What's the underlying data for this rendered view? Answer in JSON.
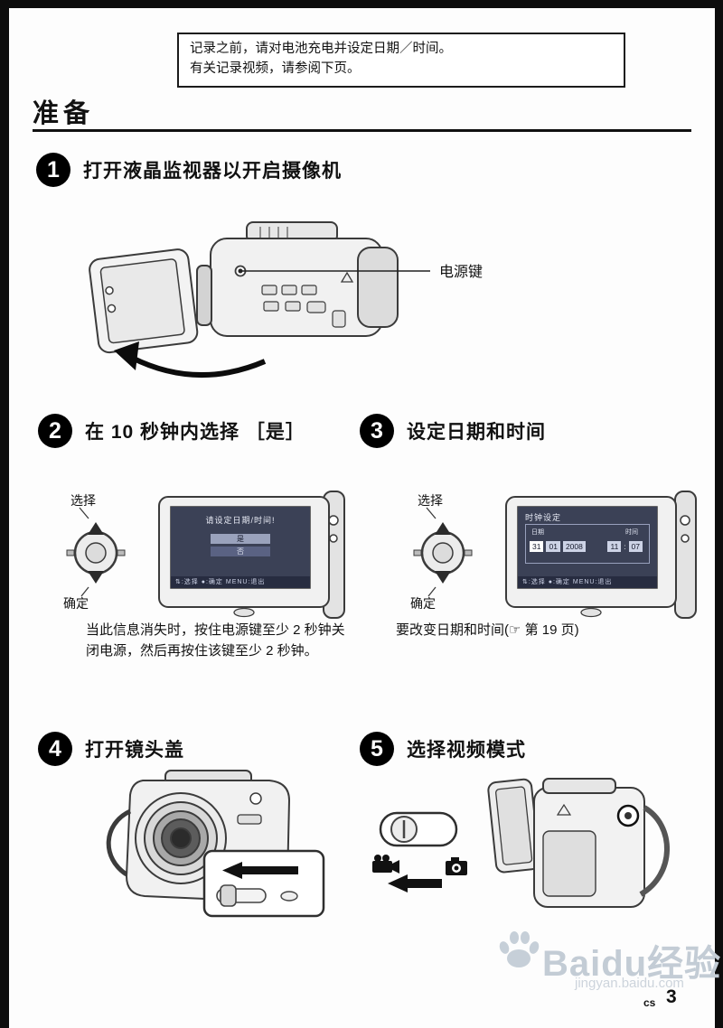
{
  "notice": {
    "line1": "记录之前，请对电池充电并设定日期／时间。",
    "line2": "有关记录视频，请参阅下页。"
  },
  "section": {
    "title": "准备"
  },
  "steps": [
    {
      "num": "1",
      "title": "打开液晶监视器以开启摄像机"
    },
    {
      "num": "2",
      "title": "在 10 秒钟内选择 ［是］"
    },
    {
      "num": "3",
      "title": "设定日期和时间"
    },
    {
      "num": "4",
      "title": "打开镜头盖"
    },
    {
      "num": "5",
      "title": "选择视频模式"
    }
  ],
  "step1": {
    "callout": "电源键"
  },
  "step2": {
    "select_label": "选择",
    "confirm_label": "确定",
    "screen": {
      "title": "请设定日期/时间!",
      "option_yes": "是",
      "option_no": "否",
      "footer": "⇅:选择  ●:确定  MENU:退出"
    },
    "note": "当此信息消失时，按住电源键至少 2 秒钟关闭电源，然后再按住该键至少 2 秒钟。"
  },
  "step3": {
    "select_label": "选择",
    "confirm_label": "确定",
    "screen": {
      "title": "时钟设定",
      "date_label": "日期",
      "time_label": "时间",
      "date_day": "31",
      "date_month": "01",
      "date_year": "2008",
      "time_hour": "11",
      "time_minute": "07",
      "footer": "⇅:选择  ●:确定  MENU:退出"
    },
    "note": "要改变日期和时间(☞ 第 19 页)"
  },
  "watermark": {
    "brand": "Baidu经验",
    "url": "jingyan.baidu.com"
  },
  "footer": {
    "page_label": "cs",
    "page_number": "3"
  },
  "colors": {
    "screen_bg": "#3b4156",
    "frame_black": "#0d0d0d",
    "watermark_gray": "#c3ccd5"
  }
}
